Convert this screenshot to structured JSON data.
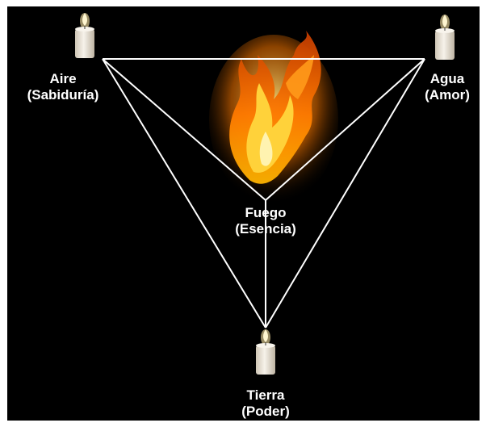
{
  "colors": {
    "background": "#000000",
    "lines": "#ffffff",
    "text": "#ffffff",
    "candle": "#efe9dc",
    "flame_outer": "#ff8a00",
    "flame_inner": "#ffd23a"
  },
  "icons": [
    "candle-icon",
    "fire-icon"
  ],
  "nodes": {
    "aire": {
      "name": "Aire",
      "meaning": "(Sabiduría)"
    },
    "agua": {
      "name": "Agua",
      "meaning": "(Amor)"
    },
    "fuego": {
      "name": "Fuego",
      "meaning": "(Esencia)"
    },
    "tierra": {
      "name": "Tierra",
      "meaning": "(Poder)"
    }
  }
}
